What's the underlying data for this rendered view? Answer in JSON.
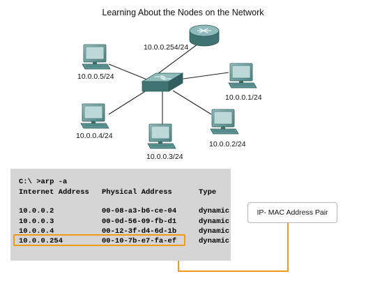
{
  "title": "Learning About the Nodes on the Network",
  "nodes": {
    "router": "10.0.0.254/24",
    "pc_topleft": "10.0.0.5/24",
    "pc_right": "10.0.0.1/24",
    "pc_midleft": "10.0.0.4/24",
    "pc_bottom": "10.0.0.3/24",
    "pc_bottomright": "10.0.0.2/24"
  },
  "console": {
    "command": "C:\\ >arp -a",
    "headers": [
      "Internet Address",
      "Physical Address",
      "Type"
    ],
    "rows": [
      [
        "10.0.0.2",
        "00-08-a3-b6-ce-04",
        "dynamic"
      ],
      [
        "10.0.0.3",
        "00-0d-56-09-fb-d1",
        "dynamic"
      ],
      [
        "10.0.0.4",
        "00-12-3f-d4-6d-1b",
        "dynamic"
      ],
      [
        "10.0.0.254",
        "00-10-7b-e7-fa-ef",
        "dynamic"
      ]
    ]
  },
  "callout": "IP- MAC Address Pair",
  "colors": {
    "highlight": "#f09a1a",
    "device_teal": "#4f8f8e",
    "console_bg": "#d5d5d5"
  }
}
